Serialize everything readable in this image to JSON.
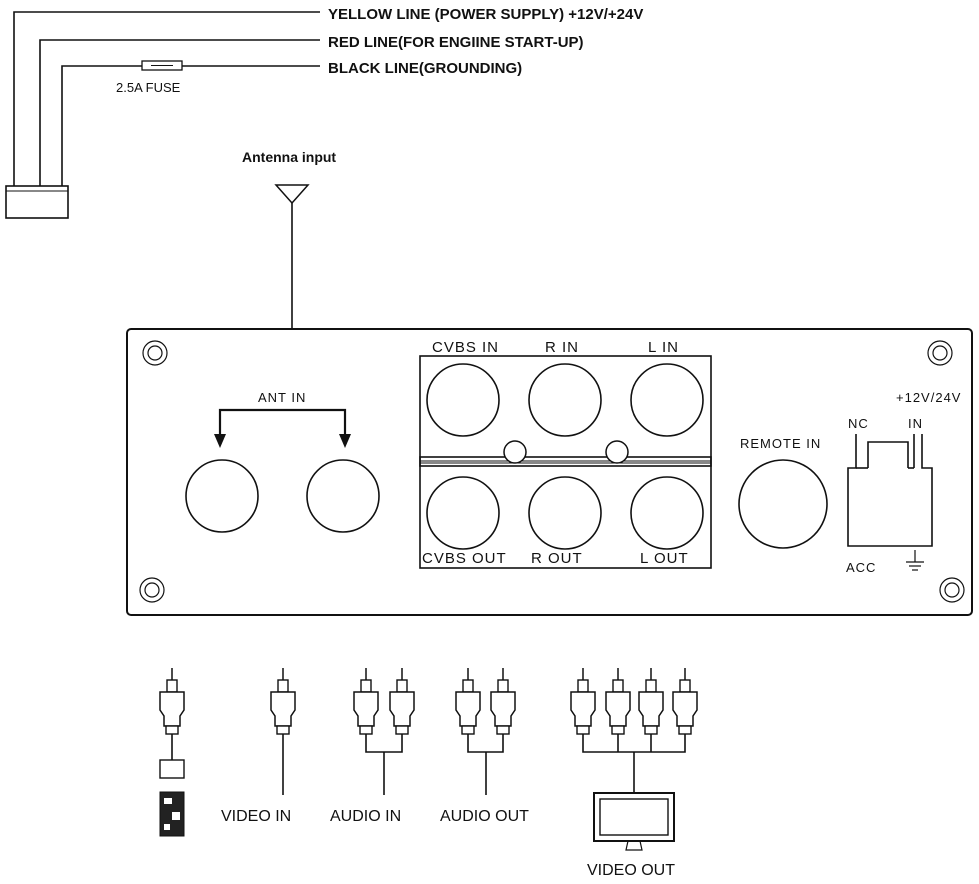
{
  "power_cable": {
    "yellow_line": "YELLOW LINE (POWER SUPPLY) +12V/+24V",
    "red_line": "RED LINE(FOR ENGIINE START-UP)",
    "black_line": "BLACK LINE(GROUNDING)",
    "fuse": "2.5A FUSE"
  },
  "antenna": {
    "label": "Antenna input",
    "ant_in": "ANT IN"
  },
  "panel": {
    "cvbs_in": "CVBS IN",
    "r_in": "R IN",
    "l_in": "L IN",
    "cvbs_out": "CVBS OUT",
    "r_out": "R OUT",
    "l_out": "L OUT",
    "remote_in": "REMOTE IN",
    "power_voltage": "+12V/24V",
    "nc": "NC",
    "in": "IN",
    "acc": "ACC"
  },
  "cables": {
    "video_in": "VIDEO IN",
    "audio_in": "AUDIO IN",
    "audio_out": "AUDIO OUT",
    "video_out": "VIDEO OUT"
  }
}
